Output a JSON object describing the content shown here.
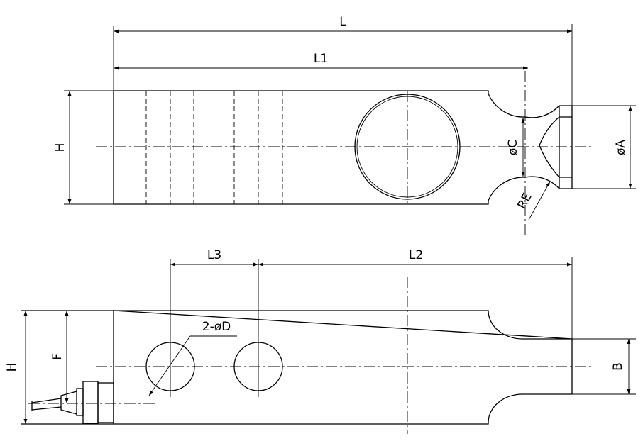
{
  "labels": {
    "L": "L",
    "L1": "L1",
    "H_top": "H",
    "phiC": "øC",
    "phiA": "øA",
    "RE": "RE",
    "L3": "L3",
    "L2": "L2",
    "twoD": "2-øD",
    "H_bottom": "H",
    "F": "F",
    "B": "B"
  }
}
